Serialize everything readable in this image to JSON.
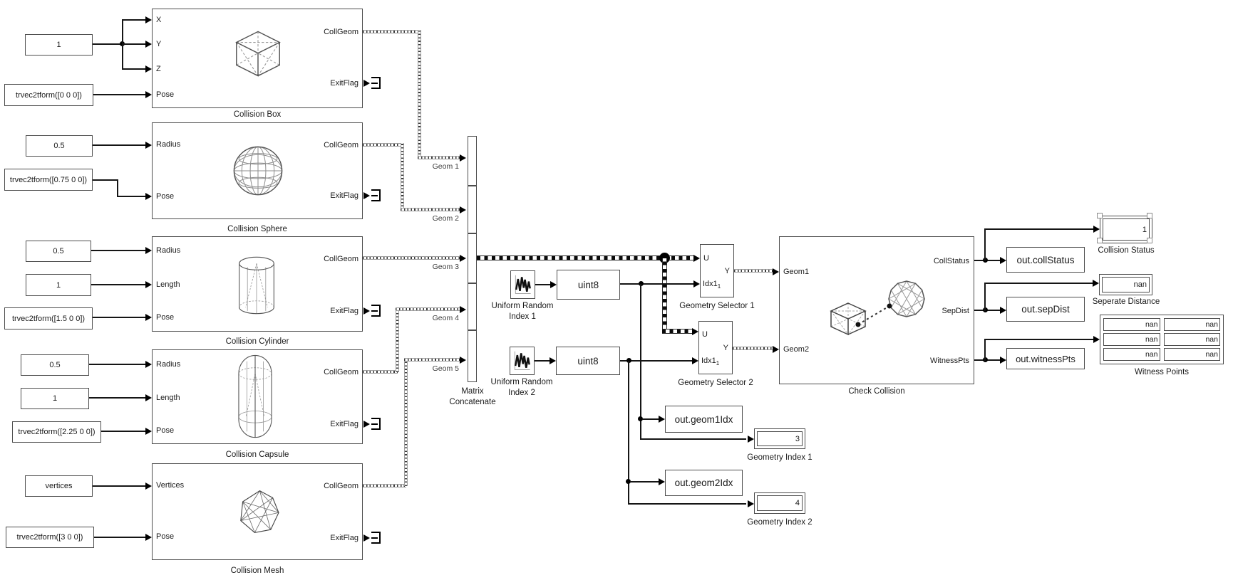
{
  "constants": {
    "box_size": "1",
    "box_pose": "trvec2tform([0 0 0])",
    "sphere_radius": "0.5",
    "sphere_pose": "trvec2tform([0.75 0 0])",
    "cylinder_radius": "0.5",
    "cylinder_length": "1",
    "cylinder_pose": "trvec2tform([1.5 0 0])",
    "capsule_radius": "0.5",
    "capsule_length": "1",
    "capsule_pose": "trvec2tform([2.25 0 0])",
    "mesh_vertices": "vertices",
    "mesh_pose": "trvec2tform([3 0 0])"
  },
  "blocks": {
    "box": {
      "caption": "Collision Box",
      "p_x": "X",
      "p_y": "Y",
      "p_z": "Z",
      "p_pose": "Pose",
      "p_collgeom": "CollGeom",
      "p_exitflag": "ExitFlag"
    },
    "sphere": {
      "caption": "Collision Sphere",
      "p_radius": "Radius",
      "p_pose": "Pose",
      "p_collgeom": "CollGeom",
      "p_exitflag": "ExitFlag"
    },
    "cylinder": {
      "caption": "Collision Cylinder",
      "p_radius": "Radius",
      "p_length": "Length",
      "p_pose": "Pose",
      "p_collgeom": "CollGeom",
      "p_exitflag": "ExitFlag"
    },
    "capsule": {
      "caption": "Collision Capsule",
      "p_radius": "Radius",
      "p_length": "Length",
      "p_pose": "Pose",
      "p_collgeom": "CollGeom",
      "p_exitflag": "ExitFlag"
    },
    "mesh": {
      "caption": "Collision Mesh",
      "p_vertices": "Vertices",
      "p_pose": "Pose",
      "p_collgeom": "CollGeom",
      "p_exitflag": "ExitFlag"
    },
    "concatenate": {
      "caption_line1": "Matrix",
      "caption_line2": "Concatenate"
    },
    "random1": {
      "caption_line1": "Uniform Random",
      "caption_line2": "Index 1"
    },
    "random2": {
      "caption_line1": "Uniform Random",
      "caption_line2": "Index 2"
    },
    "uint8_1": {
      "label": "uint8"
    },
    "uint8_2": {
      "label": "uint8"
    },
    "selector1": {
      "caption": "Geometry Selector 1",
      "p_u": "U",
      "p_idx": "Idx1",
      "p_idx_sub": "1",
      "p_y": "Y"
    },
    "selector2": {
      "caption": "Geometry Selector 2",
      "p_u": "U",
      "p_idx": "Idx1",
      "p_idx_sub": "1",
      "p_y": "Y"
    },
    "check_collision": {
      "caption": "Check Collision",
      "p_geom1": "Geom1",
      "p_geom2": "Geom2",
      "p_collstatus": "CollStatus",
      "p_sepdist": "SepDist",
      "p_witnesspts": "WitnessPts"
    }
  },
  "signal_labels": {
    "geom1": "Geom 1",
    "geom2": "Geom 2",
    "geom3": "Geom 3",
    "geom4": "Geom 4",
    "geom5": "Geom 5"
  },
  "to_workspace": {
    "coll_status": "out.collStatus",
    "sep_dist": "out.sepDist",
    "witness_pts": "out.witnessPts",
    "geom1_idx": "out.geom1Idx",
    "geom2_idx": "out.geom2Idx"
  },
  "displays": {
    "collision_status": {
      "caption": "Collision Status",
      "value": "1"
    },
    "separate_distance": {
      "caption": "Seperate Distance",
      "value": "nan"
    },
    "witness_points": {
      "caption": "Witness Points",
      "cells": [
        "nan",
        "nan",
        "nan",
        "nan",
        "nan",
        "nan"
      ]
    },
    "geometry_index1": {
      "caption": "Geometry Index 1",
      "value": "3"
    },
    "geometry_index2": {
      "caption": "Geometry Index 2",
      "value": "4"
    }
  },
  "colors": {
    "background": "#ffffff",
    "block_border": "#4d4d4d",
    "wire": "#151515",
    "rail_edge": "#9e9e9e",
    "text": "#1a1a1a"
  }
}
